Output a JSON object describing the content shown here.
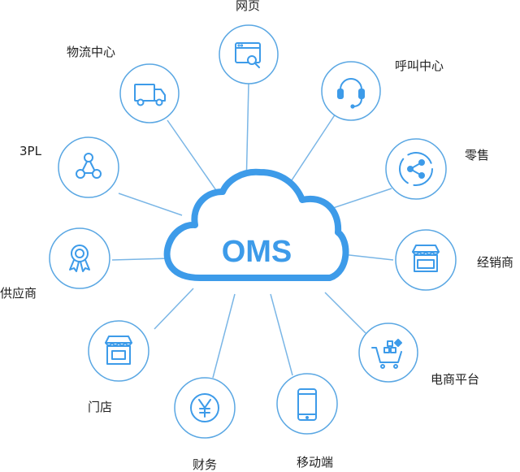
{
  "center": {
    "label": "OMS"
  },
  "nodes": [
    {
      "id": "webpage",
      "label": "网页",
      "icon": "browser-search-icon"
    },
    {
      "id": "callcenter",
      "label": "呼叫中心",
      "icon": "headset-icon"
    },
    {
      "id": "retail",
      "label": "零售",
      "icon": "share-network-icon"
    },
    {
      "id": "dealer",
      "label": "经销商",
      "icon": "storefront-icon"
    },
    {
      "id": "ecommerce",
      "label": "电商平台",
      "icon": "shopping-cart-icon"
    },
    {
      "id": "mobile",
      "label": "移动端",
      "icon": "smartphone-icon"
    },
    {
      "id": "finance",
      "label": "财务",
      "icon": "yen-icon"
    },
    {
      "id": "store",
      "label": "门店",
      "icon": "store-icon"
    },
    {
      "id": "supplier",
      "label": "供应商",
      "icon": "award-ribbon-icon"
    },
    {
      "id": "3pl",
      "label": "3PL",
      "icon": "triangle-network-icon"
    },
    {
      "id": "logistics",
      "label": "物流中心",
      "icon": "truck-icon"
    }
  ],
  "colors": {
    "accent": "#3d9be9",
    "line": "#7ab6e6",
    "circle": "#5aa7e3",
    "text": "#222222"
  }
}
